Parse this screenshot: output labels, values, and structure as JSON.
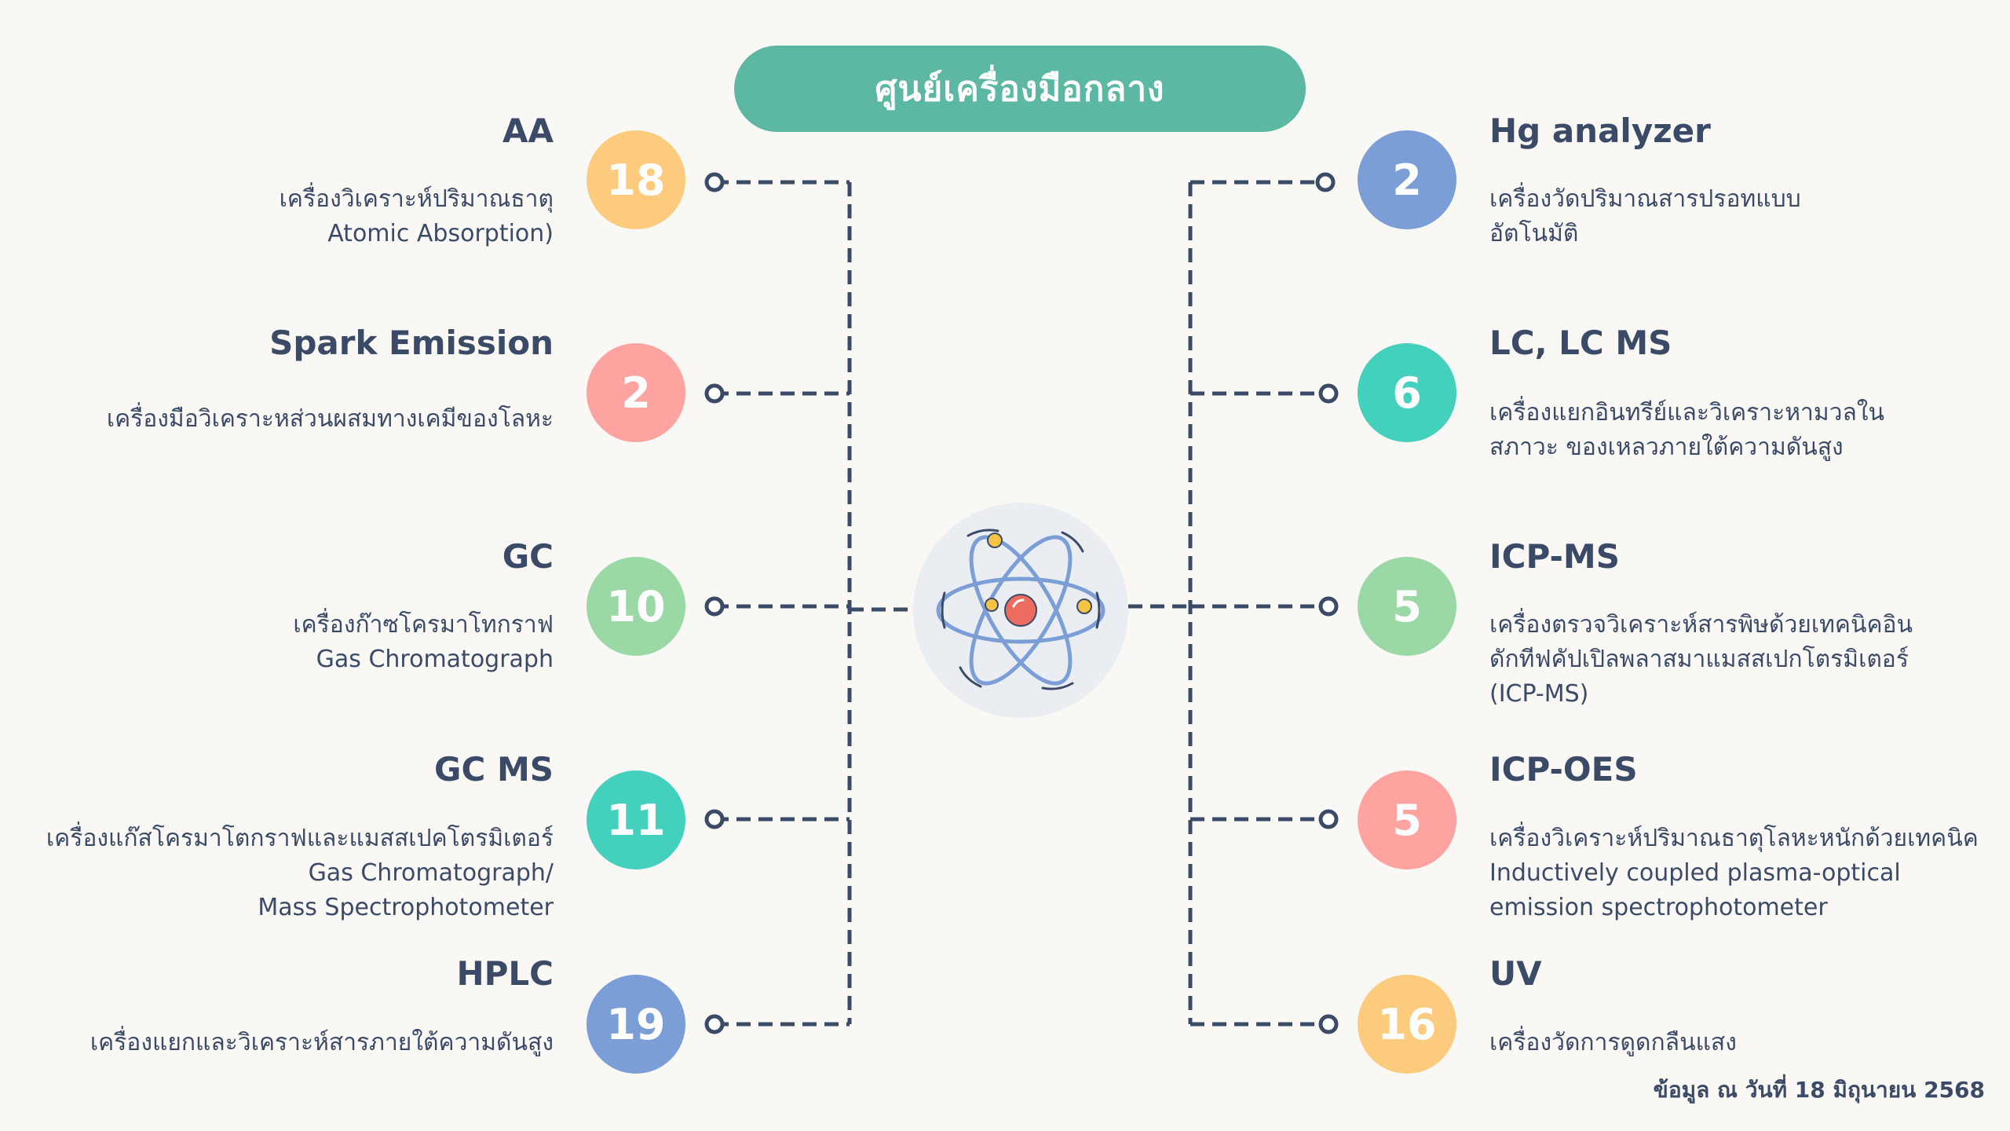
{
  "title": "ศูนย์เครื่องมือกลาง",
  "footer": "ข้อมูล ณ วันที่ 18 มิถุนายน 2568",
  "colors": {
    "teal_title": "#5cb8a2",
    "yellow": "#fdcb7e",
    "pink": "#fea3a0",
    "green": "#9ad9a6",
    "teal": "#43d0bd",
    "blue": "#7b9ed6",
    "line": "#3b4a66"
  },
  "left_items": [
    {
      "name": "AA",
      "count": "18",
      "color": "#fdcb7e",
      "desc": [
        "เครื่องวิเคราะห์ปริมาณธาตุ",
        "Atomic Absorption)"
      ]
    },
    {
      "name": "Spark Emission",
      "count": "2",
      "color": "#fea3a0",
      "desc": [
        "เครื่องมือวิเคราะหส่วนผสมทางเคมีของโลหะ"
      ]
    },
    {
      "name": "GC",
      "count": "10",
      "color": "#9ad9a6",
      "desc": [
        "เครื่องก๊าซโครมาโทกราฟ",
        "Gas Chromatograph"
      ]
    },
    {
      "name": "GC MS",
      "count": "11",
      "color": "#43d0bd",
      "desc": [
        "เครื่องแก๊สโครมาโตกราฟและแมสสเปคโตรมิเตอร์",
        "Gas Chromatograph/",
        "Mass Spectrophotometer"
      ]
    },
    {
      "name": "HPLC",
      "count": "19",
      "color": "#7b9ed6",
      "desc": [
        "เครื่องแยกและวิเคราะห์สารภายใต้ความดันสูง"
      ]
    }
  ],
  "right_items": [
    {
      "name": "Hg analyzer",
      "count": "2",
      "color": "#7b9ed6",
      "desc": [
        "เครื่องวัดปริมาณสารปรอทแบบ",
        "อัตโนมัติ"
      ]
    },
    {
      "name": "LC, LC MS",
      "count": "6",
      "color": "#43d0bd",
      "desc": [
        "เครื่องแยกอินทรีย์และวิเคราะหามวลใน",
        "สภาวะ ของเหลวภายใต้ความดันสูง"
      ]
    },
    {
      "name": "ICP-MS",
      "count": "5",
      "color": "#9ad9a6",
      "desc": [
        "เครื่องตรวจวิเคราะห์สารพิษด้วยเทคนิคอิน",
        "ดักทีฟคัปเปิลพลาสมาแมสสเปกโตรมิเตอร์",
        "(ICP-MS)"
      ]
    },
    {
      "name": "ICP-OES",
      "count": "5",
      "color": "#fea3a0",
      "desc": [
        "เครื่องวิเคราะห์ปริมาณธาตุโลหะหนักด้วยเทคนิค",
        "Inductively coupled plasma-optical",
        "emission spectrophotometer"
      ]
    },
    {
      "name": "UV",
      "count": "16",
      "color": "#fdcb7e",
      "desc": [
        "เครื่องวัดการดูดกลืนแสง"
      ]
    }
  ]
}
